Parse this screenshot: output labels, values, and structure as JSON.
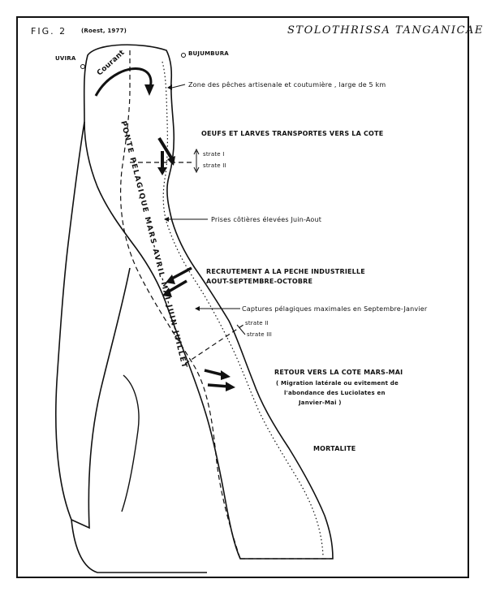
{
  "figure": {
    "label": "FIG. 2",
    "source": "(Roest, 1977)",
    "species": "STOLOTHRISSA TANGANICAE"
  },
  "places": {
    "uvira": "UVIRA",
    "bujumbura": "BUJUMBURA",
    "current": "Courant"
  },
  "annotations": {
    "fishing_zone": "Zone des pêches artisenale et coutumière , large de 5 km",
    "eggs_larvae": "OEUFS ET LARVES TRANSPORTES VERS LA COTE",
    "strate1": "strate I",
    "strate2": "strate II",
    "coastal_catches": "Prises côtières élevées Juin-Aout",
    "recruitment_1": "RECRUTEMENT A LA PECHE INDUSTRIELLE",
    "recruitment_2": "AOUT-SEPTEMBRE-OCTOBRE",
    "pelagic_catches": "Captures pélagiques maximales en Septembre-Janvier",
    "strate2b": "strate II",
    "strate3": "strate III",
    "return_1": "RETOUR VERS LA COTE MARS-MAI",
    "return_2": "( Migration latérale ou evitement de",
    "return_3": "l'abondance des Luciolates en",
    "return_4": "Janvier-Mai )",
    "mortality": "MORTALITE",
    "spawning_path": "PONTE PELAGIQUE MARS-AVRIL-MAI-JUIN-JUILLET"
  },
  "colors": {
    "ink": "#111111",
    "paper": "#ffffff"
  }
}
